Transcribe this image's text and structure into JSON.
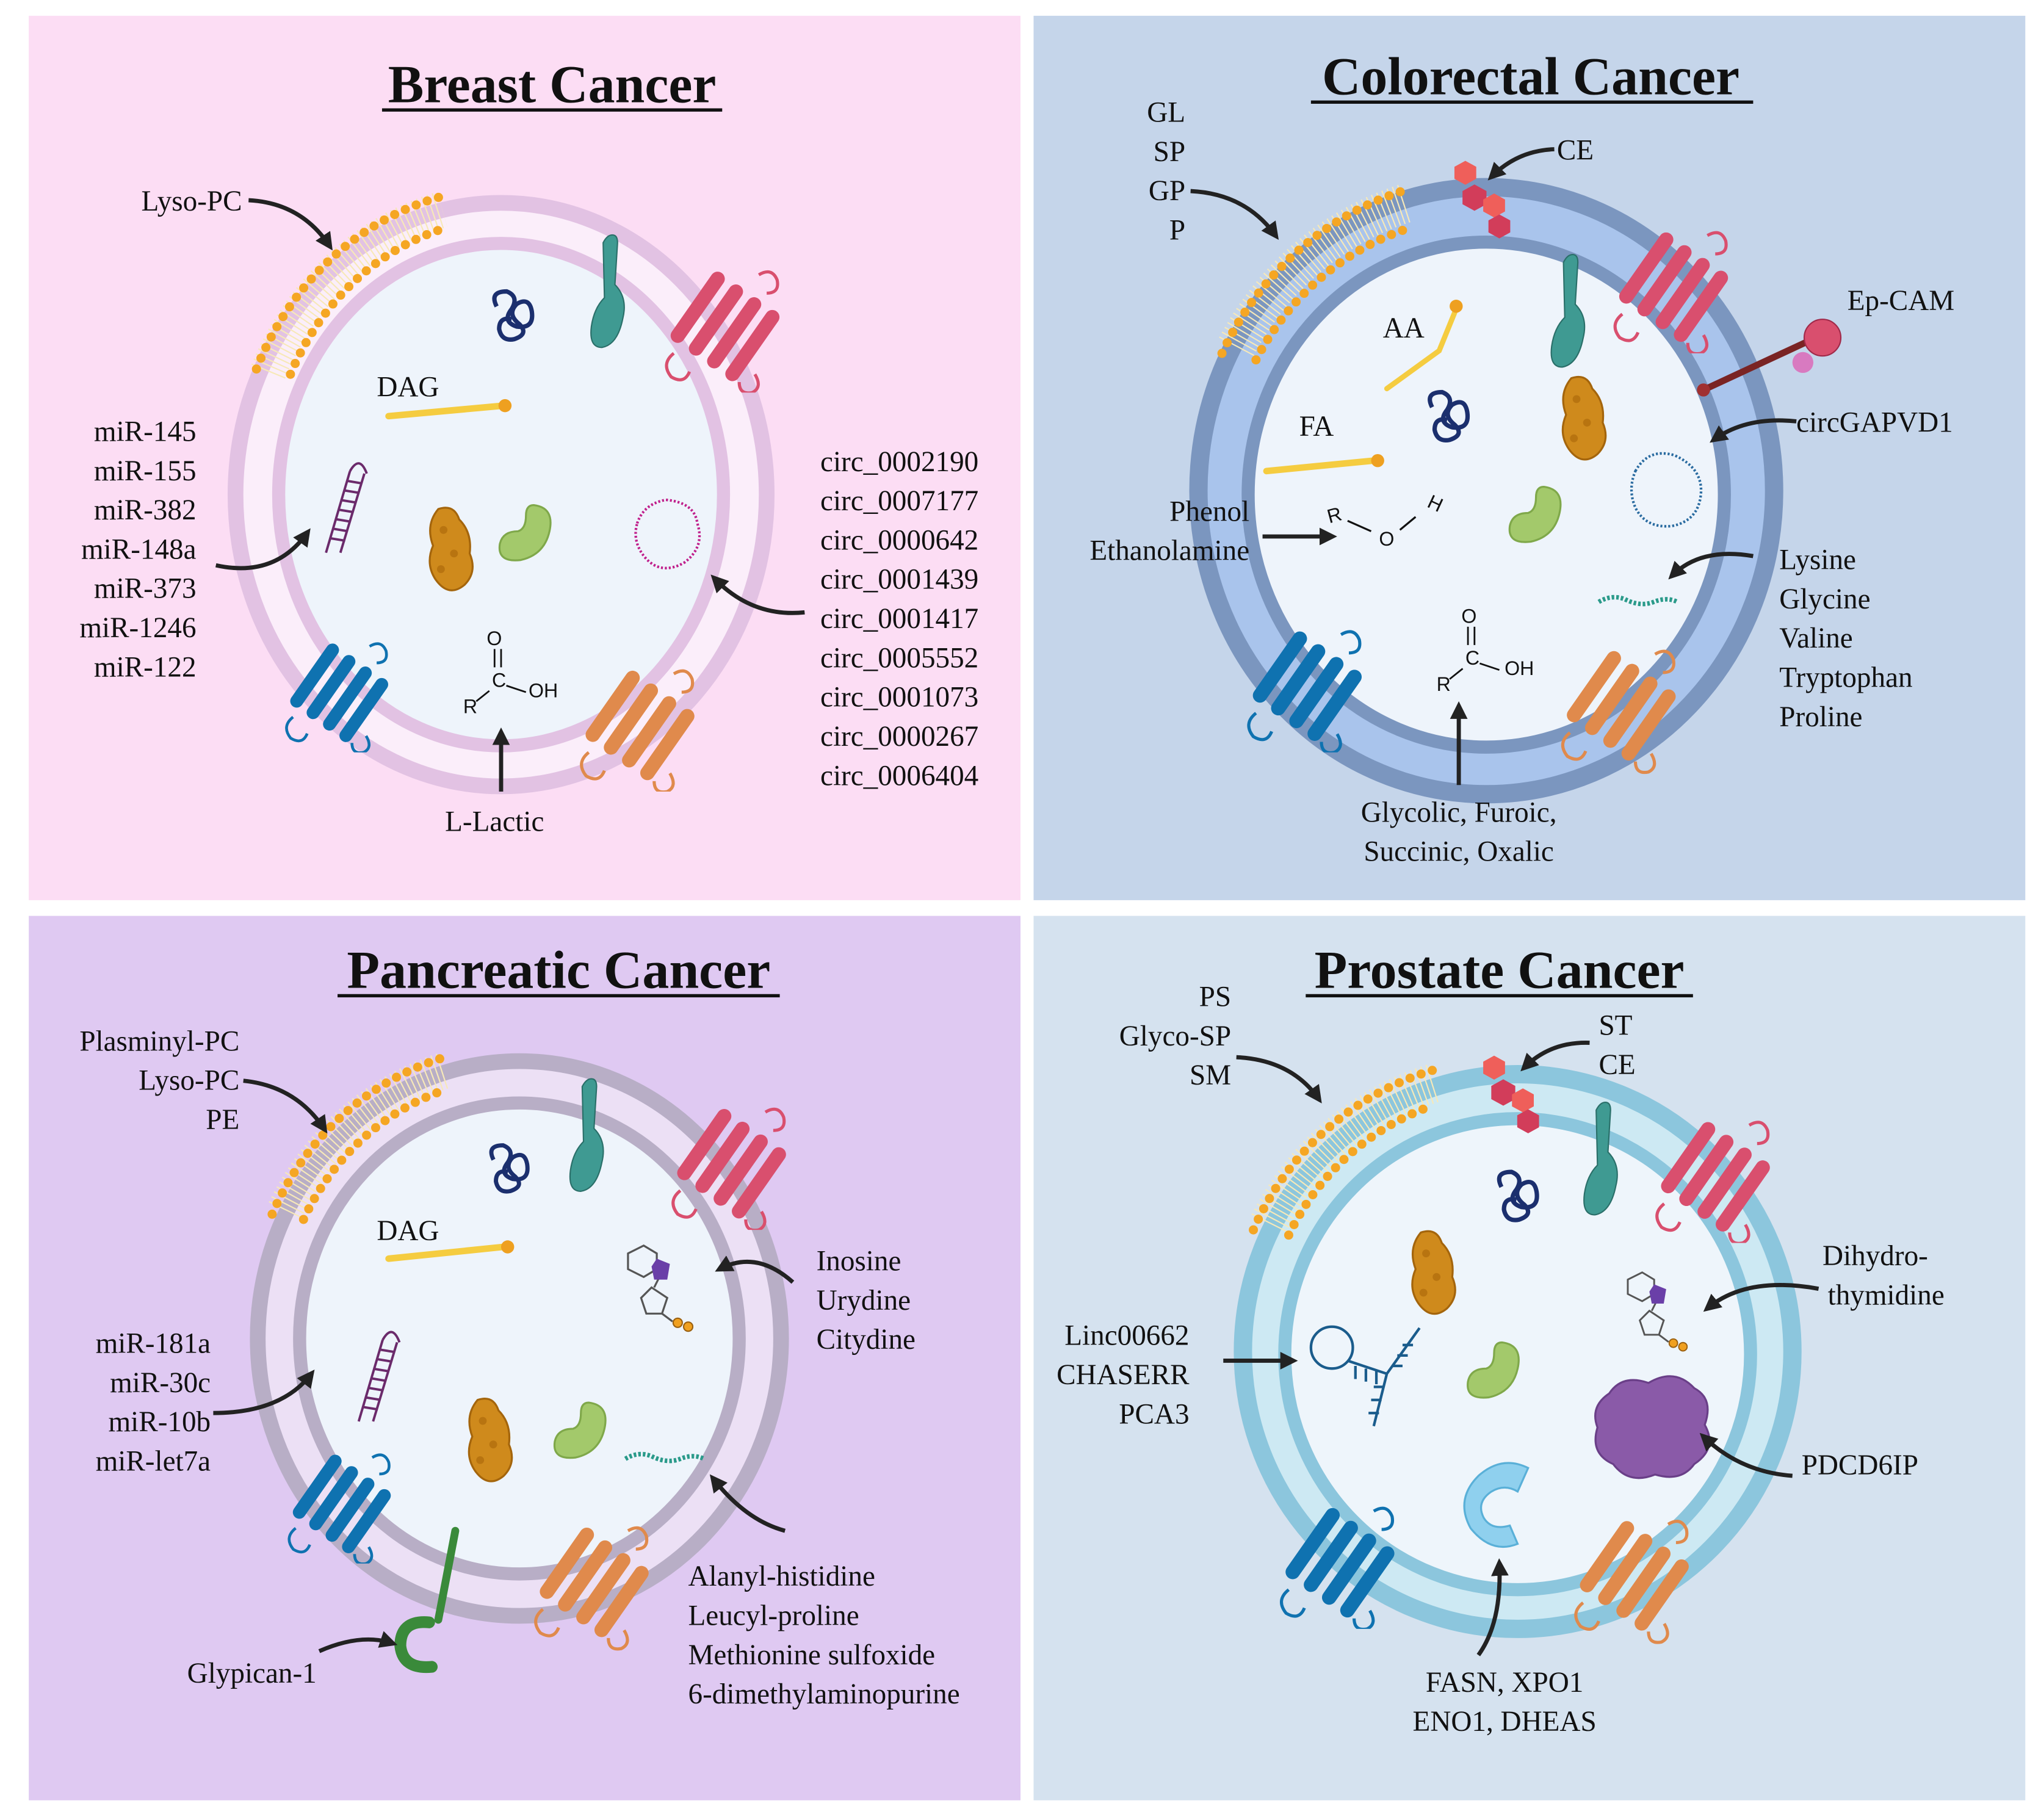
{
  "colors": {
    "breast_bg": "#fcddf4",
    "colorectal_bg": "#c5d5ea",
    "pancreatic_bg": "#dfc9f2",
    "prostate_bg": "#d5e2ef",
    "lipid_head": "#f5a623",
    "gpcr_red": "#d94f6e",
    "gpcr_blue": "#0f72b0",
    "gpcr_orange": "#e08a4c",
    "tetraspanin_teal": "#3f9a92"
  },
  "panels": {
    "breast": {
      "title": "Breast Cancer",
      "lipid": "Lyso-PC",
      "dag": "DAG",
      "mirna": [
        "miR-145",
        "miR-155",
        "miR-382",
        "miR-148a",
        "miR-373",
        "miR-1246",
        "miR-122"
      ],
      "circrna": [
        "circ_0002190",
        "circ_0007177",
        "circ_0000642",
        "circ_0001439",
        "circ_0001417",
        "circ_0005552",
        "circ_0001073",
        "circ_0000267",
        "circ_0006404"
      ],
      "acid": "L-Lactic",
      "chem": {
        "o": "O",
        "c": "C",
        "r": "R",
        "oh": "OH"
      }
    },
    "colorectal": {
      "title": "Colorectal Cancer",
      "lipids": [
        "GL",
        "SP",
        "GP",
        "P"
      ],
      "ce": "CE",
      "epcam": "Ep-CAM",
      "circrna": "circGAPVD1",
      "aa": "AA",
      "fa": "FA",
      "alcohols": [
        "Phenol",
        "Ethanolamine"
      ],
      "amino_acids": [
        "Lysine",
        "Glycine",
        "Valine",
        "Tryptophan",
        "Proline"
      ],
      "acids": [
        "Glycolic, Furoic,",
        "Succinic, Oxalic"
      ],
      "chem": {
        "o": "O",
        "c": "C",
        "r": "R",
        "oh": "OH",
        "h": "H"
      }
    },
    "pancreatic": {
      "title": "Pancreatic Cancer",
      "lipids": [
        "Plasminyl-PC",
        "Lyso-PC",
        "PE"
      ],
      "dag": "DAG",
      "nucleosides": [
        "Inosine",
        "Urydine",
        "Citydine"
      ],
      "mirna": [
        "miR-181a",
        "miR-30c",
        "miR-10b",
        "miR-let7a"
      ],
      "glypican": "Glypican-1",
      "peptides": [
        "Alanyl-histidine",
        "Leucyl-proline",
        "Methionine sulfoxide",
        "6-dimethylaminopurine"
      ]
    },
    "prostate": {
      "title": "Prostate Cancer",
      "lipids": [
        "PS",
        "Glyco-SP",
        "SM"
      ],
      "sterols": [
        "ST",
        "CE"
      ],
      "nucleoside": [
        "Dihydro-",
        "thymidine"
      ],
      "lncrna": [
        "Linc00662",
        "CHASERR",
        "PCA3"
      ],
      "protein": "PDCD6IP",
      "proteins": [
        "FASN, XPO1",
        "ENO1, DHEAS"
      ]
    }
  }
}
